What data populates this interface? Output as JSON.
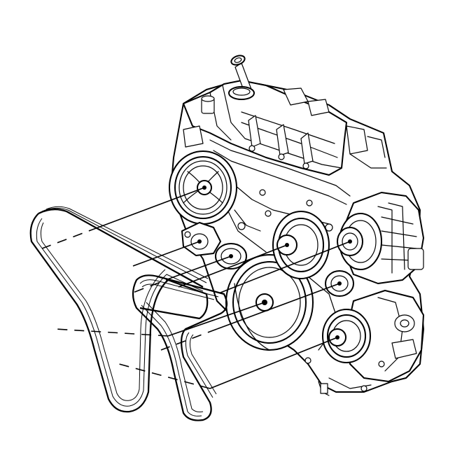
{
  "diagram": {
    "colors": {
      "line": "#000000",
      "background": "#ffffff"
    },
    "components": [
      "engine-block",
      "valve-cover",
      "oil-filler-cap",
      "power-steering-pulley",
      "belt-tensioner",
      "idler-pulley-upper",
      "idler-pulley-lower",
      "generator",
      "crankshaft-balancer",
      "water-pump-pulley",
      "ac-compressor",
      "ac-compressor-pulley",
      "drive-belt-outer",
      "drive-belt-inner"
    ]
  }
}
